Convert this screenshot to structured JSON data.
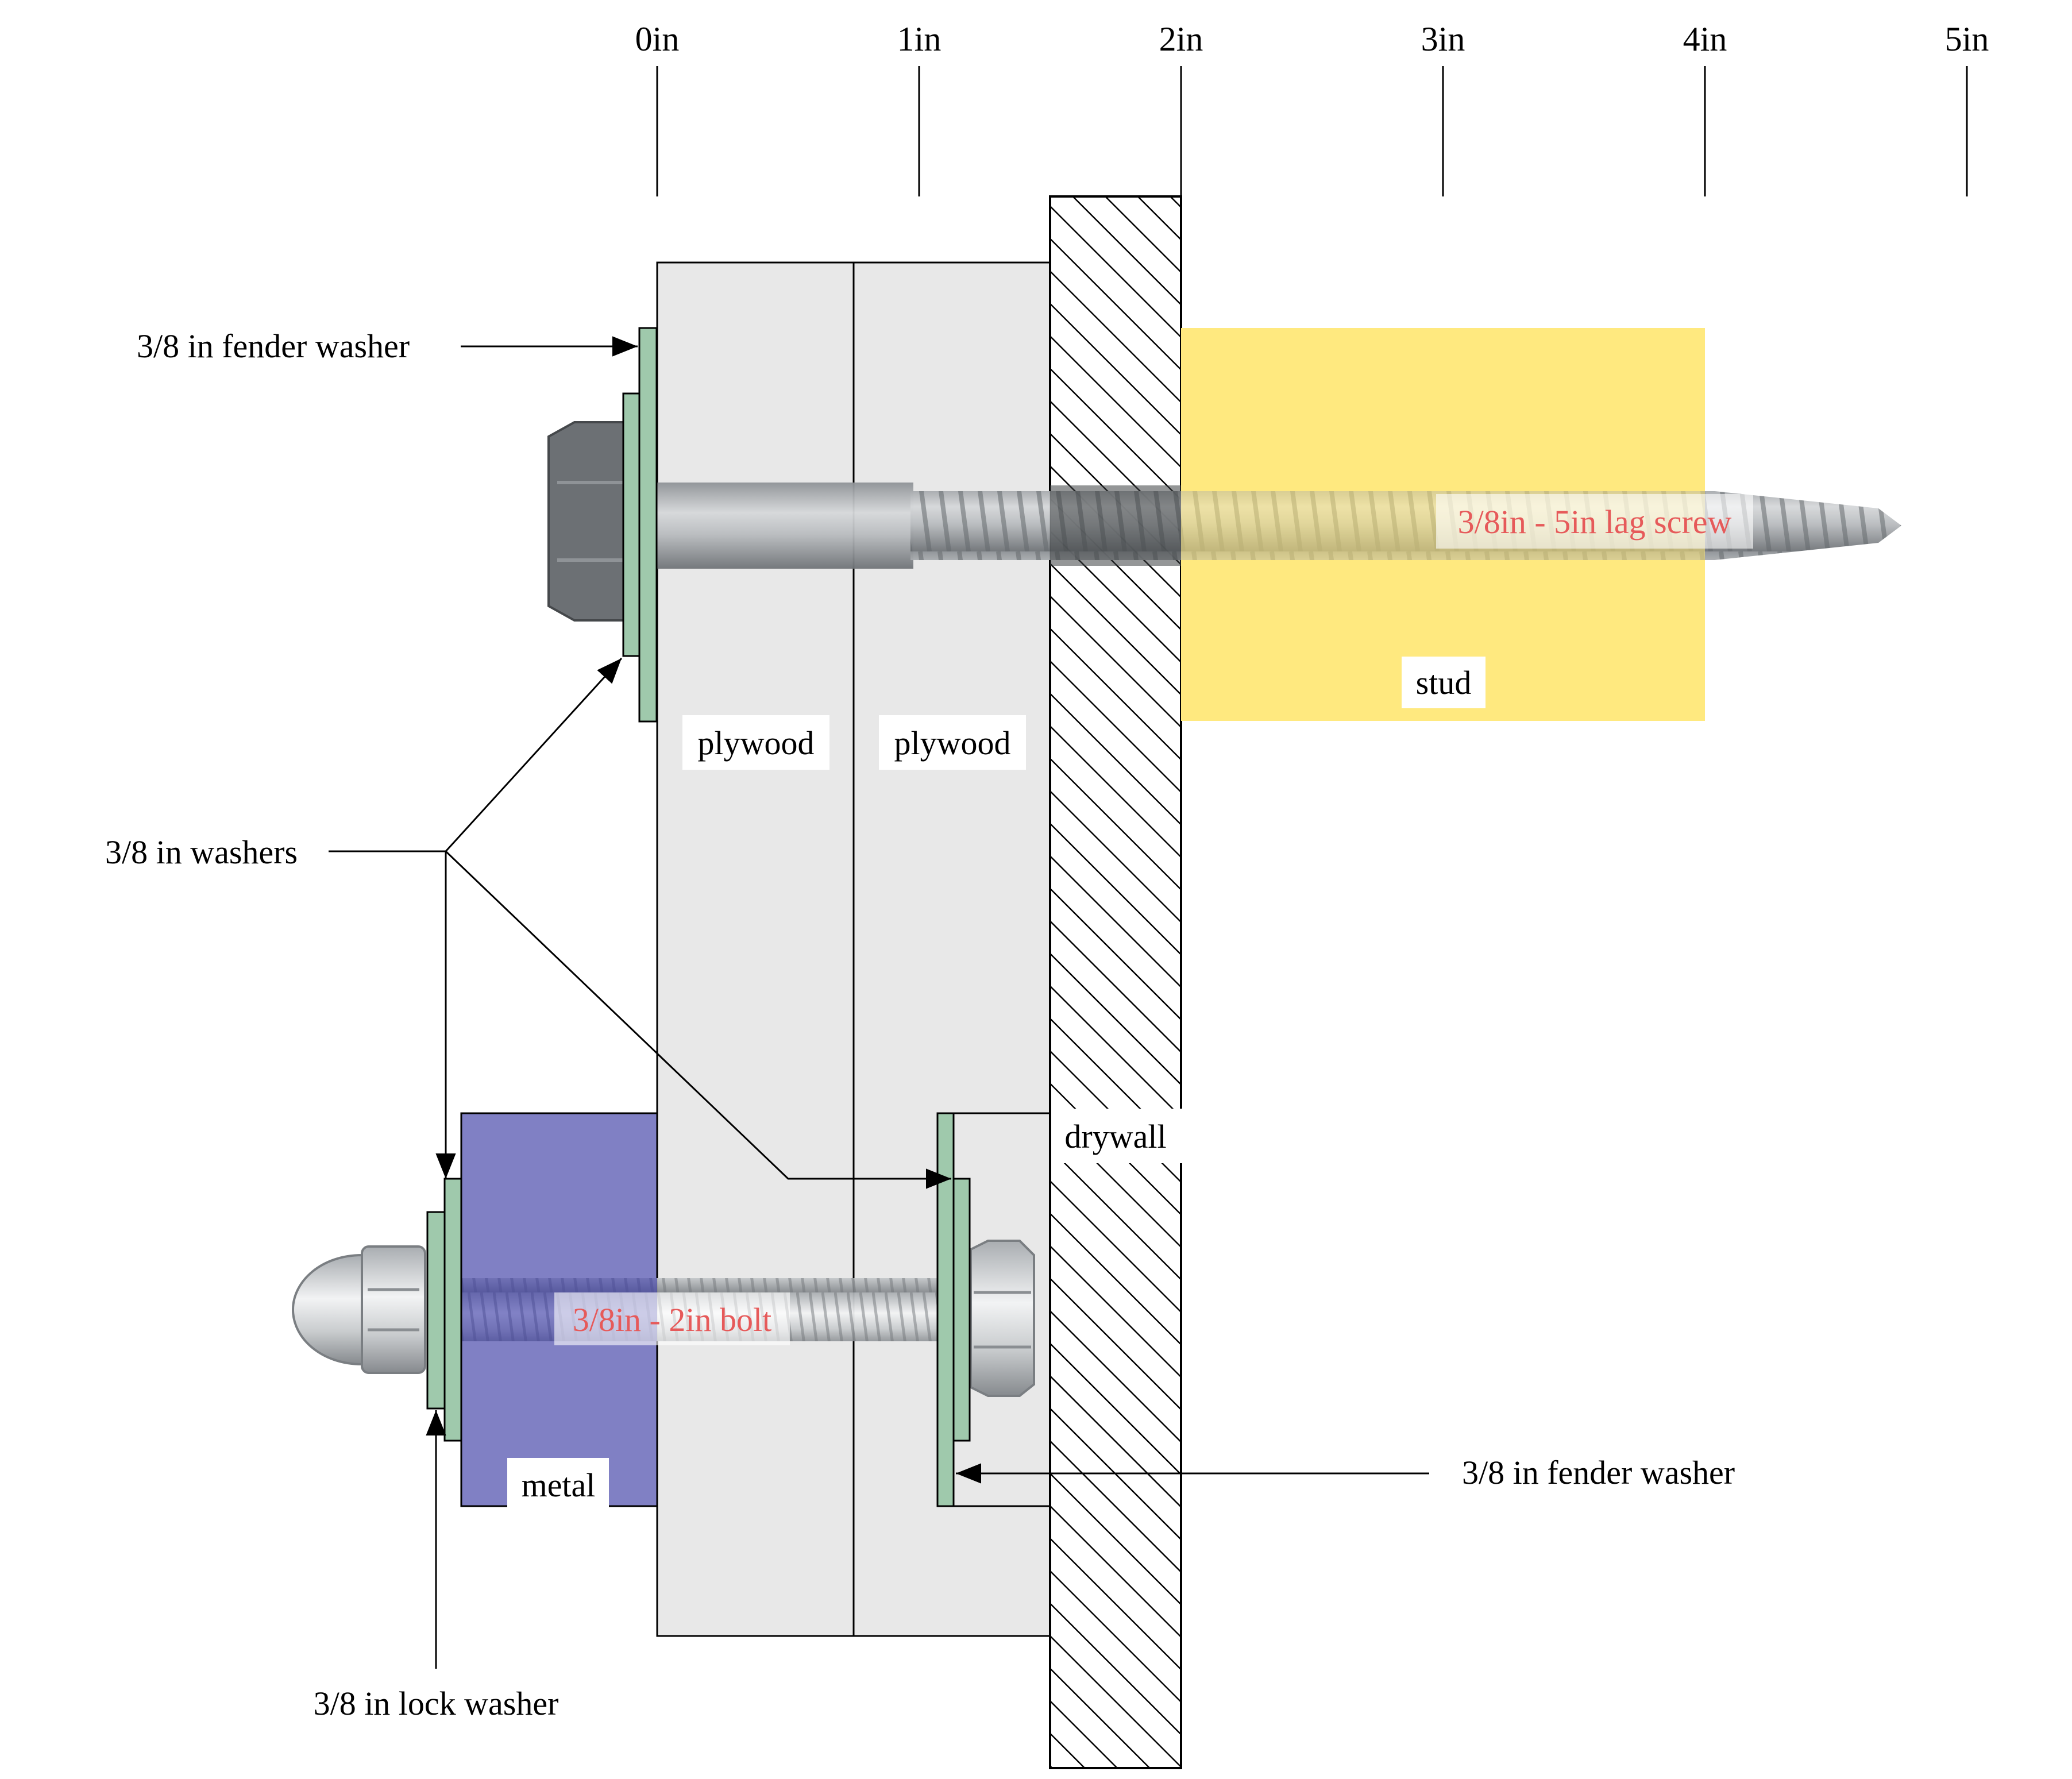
{
  "ruler": {
    "ticks": [
      "0in",
      "1in",
      "2in",
      "3in",
      "4in",
      "5in"
    ]
  },
  "materials": {
    "plywood_1": "plywood",
    "plywood_2": "plywood",
    "drywall": "drywall",
    "stud": "stud",
    "metal": "metal"
  },
  "fasteners": {
    "lag_screw": "3/8in - 5in lag screw",
    "bolt": "3/8in - 2in bolt"
  },
  "callouts": {
    "fender_washer_top": "3/8 in fender washer",
    "washers": "3/8 in washers",
    "fender_washer_bottom": "3/8 in fender washer",
    "lock_washer": "3/8 in lock washer"
  },
  "colors": {
    "plywood": "#e8e8e8",
    "stud": "#ffe97f",
    "metal": "#8080c4",
    "washer": "#9fc9ac",
    "label_red": "#e65a5a"
  }
}
